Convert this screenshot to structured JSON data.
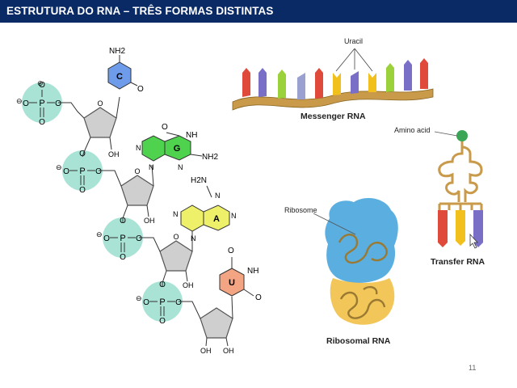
{
  "slide": {
    "title": "ESTRUTURA DO RNA – TRÊS FORMAS DISTINTAS",
    "page_number": "11"
  },
  "nucleotides": {
    "bases": [
      {
        "letter": "C",
        "color": "#6e9bea",
        "amine": "NH2",
        "o": "O"
      },
      {
        "letter": "G",
        "color": "#4fd34f",
        "amine": "NH2",
        "o": "O",
        "nh": "NH",
        "n1": "N",
        "n2": "N",
        "n3": "N"
      },
      {
        "letter": "A",
        "color": "#eef06a",
        "amine": "H2N",
        "n1": "N",
        "n2": "N",
        "n3": "N",
        "n4": "N"
      },
      {
        "letter": "U",
        "color": "#f3a483",
        "o": "O",
        "nh": "NH",
        "o2": "O"
      }
    ],
    "phosphate": {
      "p": "P",
      "o": "O",
      "minus": "⊖"
    },
    "sugar_oh": "OH",
    "phosphate_color": "#a9e3d6"
  },
  "labels": {
    "uracil": "Uracil",
    "messenger_rna": "Messenger RNA",
    "amino_acid": "Amino acid",
    "transfer_rna": "Transfer RNA",
    "ribosome": "Ribosome",
    "ribosomal_rna": "Ribosomal RNA"
  },
  "colors": {
    "title_bg": "#0a2a66",
    "backbone": "#c89a4a",
    "ribosome_top": "#5aaee0",
    "ribosome_bottom": "#f2c658",
    "amino_acid": "#3aa655"
  }
}
